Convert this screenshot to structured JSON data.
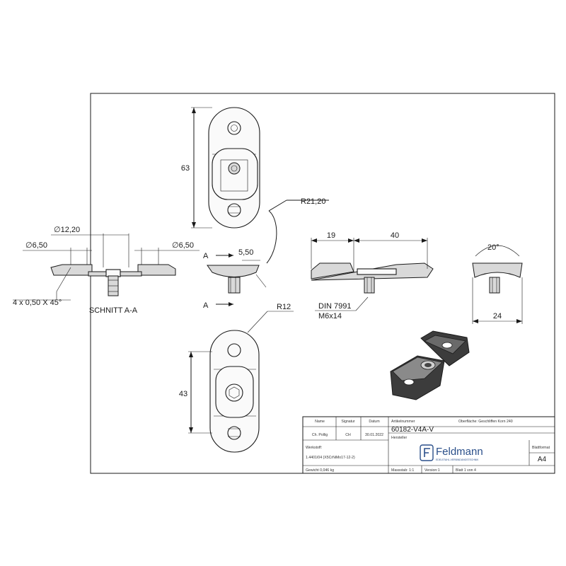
{
  "views": {
    "top_view": {
      "dim_length": "63",
      "dim_radius": "R21,20"
    },
    "section": {
      "dim_center_dia": "∅12,20",
      "dim_left_dia": "∅6,50",
      "dim_right_dia": "∅6,50",
      "dim_chamfer": "4 x 0,50 X 45°",
      "label": "SCHNITT A-A"
    },
    "side_view": {
      "dim_thickness": "5,50",
      "marker_a_top": "A",
      "marker_a_bottom": "A"
    },
    "front_view": {
      "dim_left": "19",
      "dim_right": "40",
      "screw_std": "DIN 7991",
      "screw_size": "M6x14"
    },
    "end_view": {
      "dim_angle": "20°",
      "dim_width": "24"
    },
    "bottom_view": {
      "dim_length": "43",
      "dim_radius": "R12"
    }
  },
  "title_block": {
    "head_name": "Name",
    "head_signature": "Signatur",
    "head_date": "Datum",
    "row_name": "Ch. Pollig",
    "row_signature": "CH",
    "row_date": "30.01.2022",
    "article_label": "Artikelnummer",
    "article_number": "60182-V4A-V",
    "surface_text": "Oberfläche: Geschliffen Korn 240",
    "material_label": "Werkstoff:",
    "material_value": "1.4401/04 (X5CrNiMo17-12-2)",
    "manufacturer_label": "Hersteller",
    "brand_name": "Feldmann",
    "brand_tagline": "EDELSTAHL-VERBINDUNGSTECHNIK",
    "format_label": "Blattformat",
    "format_value": "A4",
    "weight_text": "Gewicht 0,046 kg",
    "scale_label": "Massstab: 1:1",
    "version_label": "Version:1",
    "sheet_label": "Blatt 1 von 4"
  }
}
